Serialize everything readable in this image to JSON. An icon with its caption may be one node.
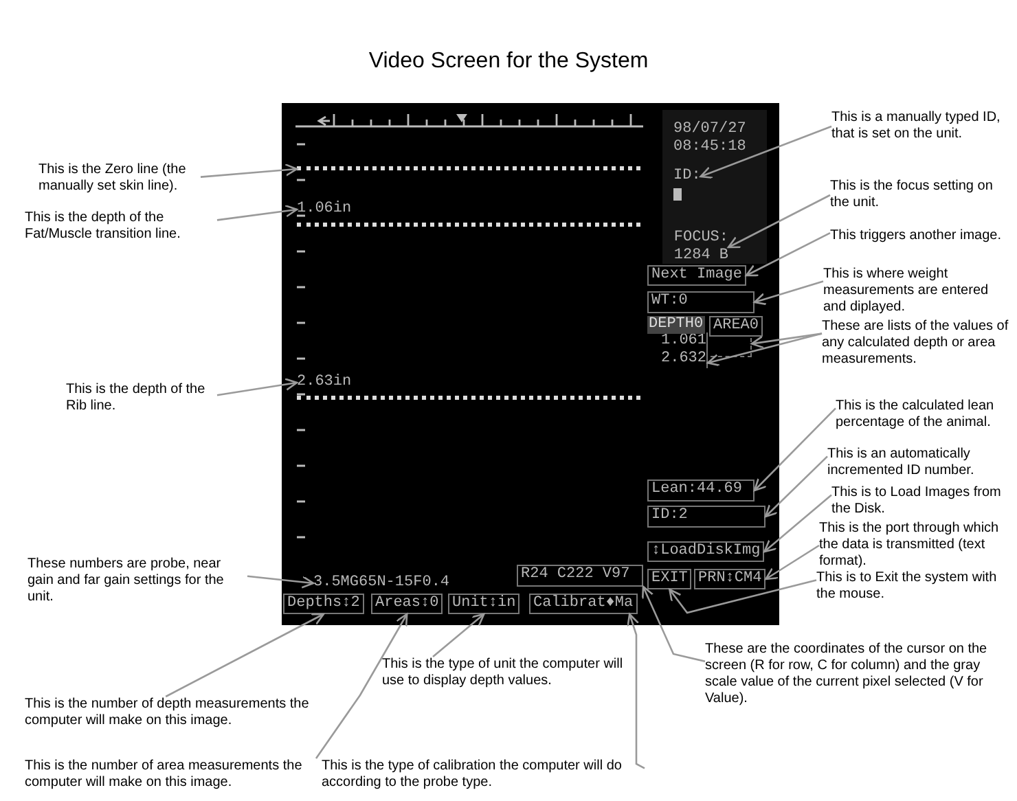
{
  "diagram": {
    "title": "Video Screen for the System",
    "nodes": [
      {
        "text": [],
        "shape": "picture"
      },
      {
        "text": [],
        "shape": "bar",
        "in": 0
      },
      {
        "text": [
          "1.06in"
        ],
        "in": 0
      },
      {
        "text": [
          "2.63in"
        ],
        "in": 0
      },
      {
        "text": [
          "ID:"
        ],
        "in": 0
      },
      {
        "text": [
          "FOCUS: 1284 B"
        ],
        "in": 0
      },
      {
        "text": [
          "Next Image"
        ],
        "in": 0
      },
      {
        "text": [
          "WT:0"
        ],
        "in": 0
      },
      {
        "text": [
          "1.061 2.632"
        ],
        "in": 0
      },
      {
        "text": [],
        "shape": "box",
        "in": 0
      },
      {
        "text": [
          "Lean:44.69"
        ],
        "in": 0
      },
      {
        "text": [
          "ID:2"
        ],
        "in": 0
      },
      {
        "text": [
          "↕LoadDiskImg"
        ],
        "in": 0
      },
      {
        "text": [
          "EXIT"
        ],
        "in": 0
      },
      {
        "text": [
          "PRN↕CM4"
        ],
        "in": 0
      },
      {
        "text": [
          "R24 C222 V97"
        ],
        "in": 0
      },
      {
        "text": [
          "3.5MG65N-15F0.4"
        ],
        "in": 0
      },
      {
        "text": [
          "Depths↕2"
        ],
        "in": 0
      },
      {
        "text": [
          "Areas↕0"
        ],
        "in": 0
      },
      {
        "text": [
          "Unit↕in"
        ],
        "in": 0
      },
      {
        "text": [
          "Calibrat♦Ma"
        ],
        "in": 0
      },
      {
        "text": [
          "This is the Zero line (the manually set skin line)."
        ]
      },
      {
        "text": [
          "This is the depth of the Fat/Muscle transition line."
        ]
      },
      {
        "text": [
          "This is the depth of the Rib line."
        ]
      },
      {
        "text": [
          "These numbers are probe, near gain and far gain settings for the unit."
        ]
      },
      {
        "text": [
          "This is the number of depth measurements the computer will make on this image."
        ]
      },
      {
        "text": [
          "This is the number of area measurements the computer will make on this image."
        ]
      },
      {
        "text": [
          "This is the type of unit the computer will use to display depth values."
        ]
      },
      {
        "text": [
          "This is the type of calibration the computer will do according to the probe type."
        ]
      },
      {
        "text": [
          "These are the coordinates of the cursor on the screen (R for row, C for column) and the gray scale value of the current pixel selected (V for Value)."
        ]
      },
      {
        "text": [
          "This is a manually typed ID, that is set on the unit."
        ]
      },
      {
        "text": [
          "This is the focus setting on the unit."
        ]
      },
      {
        "text": [
          "This triggers another image."
        ]
      },
      {
        "text": [
          "This is where weight measurements are entered and diplayed."
        ]
      },
      {
        "text": [
          "These are lists of the values of any calculated depth or area measurements."
        ]
      },
      {
        "text": [
          "This is the calculated lean percentage of the animal."
        ]
      },
      {
        "text": [
          "This is an automatically incremented ID number."
        ]
      },
      {
        "text": [
          "This is to Load Images from the Disk."
        ]
      },
      {
        "text": [
          "This is the port through which the data is transmitted (text format)."
        ]
      },
      {
        "text": [
          "This is to Exit the system with the mouse."
        ]
      },
      {
        "text": [
          "DEPTH0"
        ],
        "in": 0
      },
      {
        "text": [
          "AREA0"
        ],
        "in": 0
      }
    ],
    "edges": [
      {
        "from": 21,
        "to": 1,
        "arrow": "to"
      },
      {
        "from": 22,
        "to": 2,
        "arrow": "to"
      },
      {
        "from": 23,
        "to": 3,
        "arrow": "to"
      },
      {
        "from": 24,
        "to": 16,
        "arrow": "to"
      },
      {
        "from": 25,
        "to": 17,
        "arrow": "to"
      },
      {
        "from": 26,
        "to": 18,
        "arrow": "to"
      },
      {
        "from": 27,
        "to": 19,
        "arrow": "to"
      },
      {
        "from": 28,
        "to": 20,
        "arrow": "to"
      },
      {
        "from": 29,
        "to": 15,
        "arrow": "to"
      },
      {
        "from": 30,
        "to": 4,
        "arrow": "to"
      },
      {
        "from": 31,
        "to": 5,
        "arrow": "to"
      },
      {
        "from": 32,
        "to": 6,
        "arrow": "to"
      },
      {
        "from": 33,
        "to": 7,
        "arrow": "to"
      },
      {
        "from": 34,
        "to": 9,
        "arrow": "to"
      },
      {
        "from": 34,
        "to": 8,
        "arrow": "to"
      },
      {
        "from": 35,
        "to": 10,
        "arrow": "to"
      },
      {
        "from": 36,
        "to": 11,
        "arrow": "to"
      },
      {
        "from": 37,
        "to": 12,
        "arrow": "to"
      },
      {
        "from": 38,
        "to": 14,
        "arrow": "to"
      },
      {
        "from": 39,
        "to": 13,
        "arrow": "to"
      }
    ],
    "labels": [
      "98/07/27 08:45:18"
    ]
  }
}
